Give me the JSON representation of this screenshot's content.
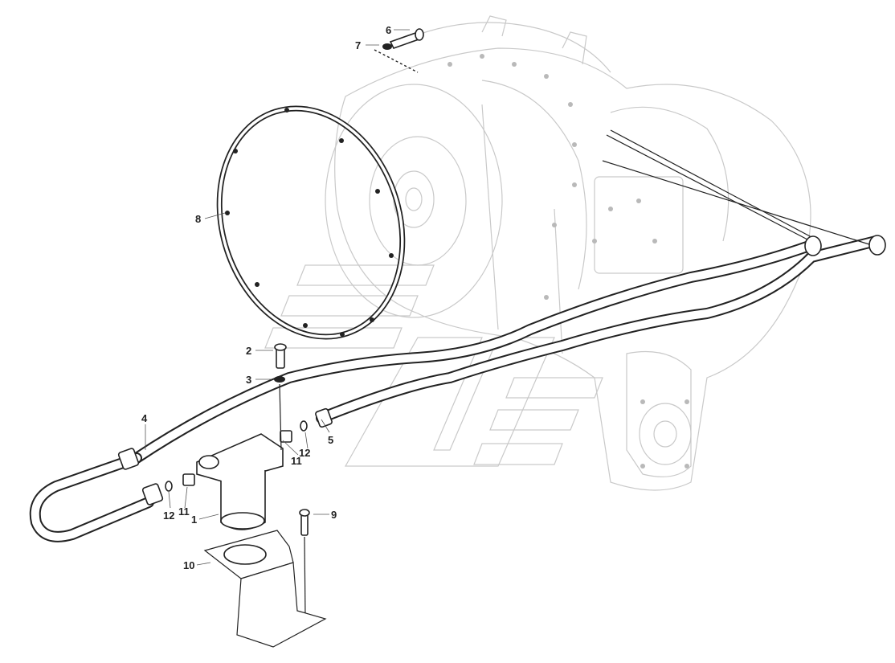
{
  "diagram": {
    "callouts": [
      {
        "id": "c1",
        "text": "1"
      },
      {
        "id": "c2",
        "text": "2"
      },
      {
        "id": "c3",
        "text": "3"
      },
      {
        "id": "c4",
        "text": "4"
      },
      {
        "id": "c5",
        "text": "5"
      },
      {
        "id": "c6",
        "text": "6"
      },
      {
        "id": "c7",
        "text": "7"
      },
      {
        "id": "c8",
        "text": "8"
      },
      {
        "id": "c9",
        "text": "9"
      },
      {
        "id": "c10",
        "text": "10"
      },
      {
        "id": "c11a",
        "text": "11"
      },
      {
        "id": "c11b",
        "text": "11"
      },
      {
        "id": "c12a",
        "text": "12"
      },
      {
        "id": "c12b",
        "text": "12"
      }
    ]
  }
}
